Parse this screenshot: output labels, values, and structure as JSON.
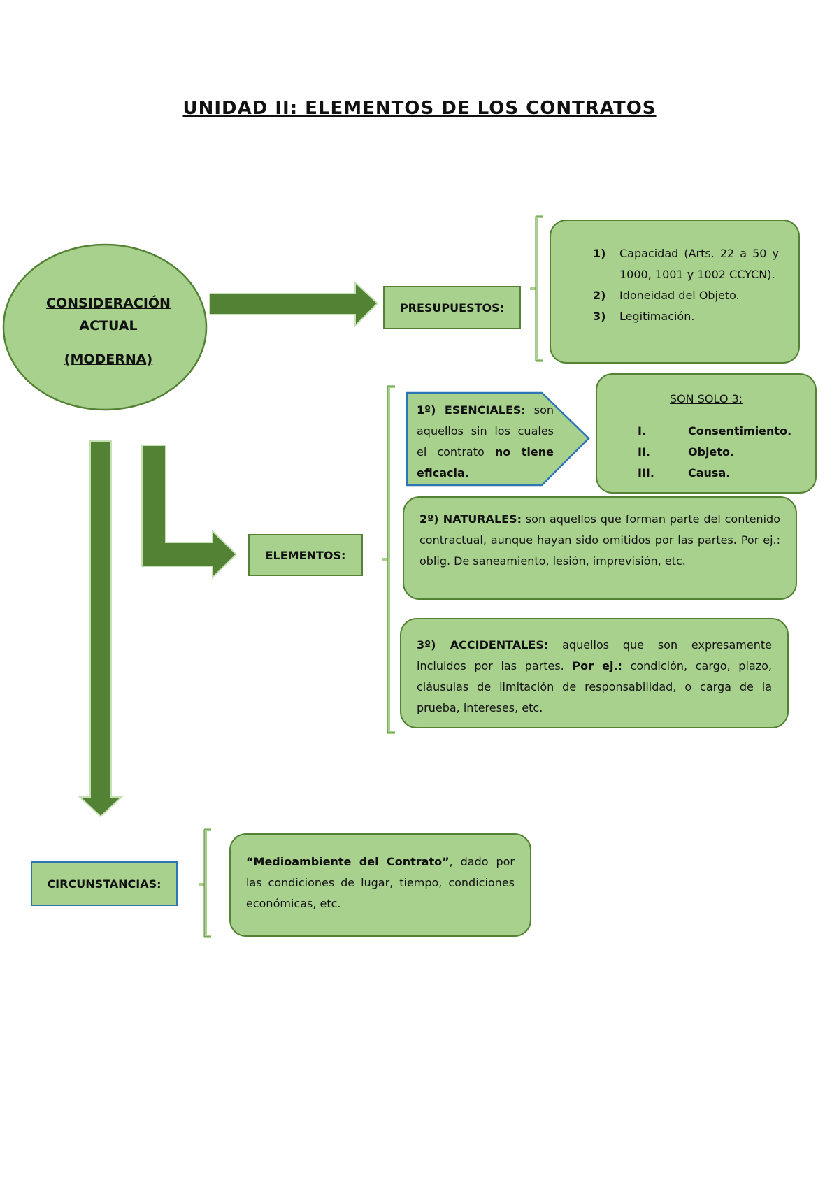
{
  "title": "UNIDAD II: ELEMENTOS DE LOS CONTRATOS",
  "central": {
    "line1": "CONSIDERACIÓN",
    "line2": "ACTUAL",
    "line3": "(MODERNA)"
  },
  "presupuestos": {
    "label": "PRESUPUESTOS:",
    "items": [
      {
        "num": "1)",
        "text": "Capacidad (Arts. 22 a 50 y 1000, 1001 y 1002 CCYCN)."
      },
      {
        "num": "2)",
        "text": "Idoneidad del Objeto."
      },
      {
        "num": "3)",
        "text": "Legitimación."
      }
    ]
  },
  "elementos": {
    "label": "ELEMENTOS:",
    "esenciales": {
      "heading": "1º) ESENCIALES:",
      "text_a": "son aquellos sin los cuales el contrato",
      "text_b": "no tiene eficacia."
    },
    "son_solo": {
      "heading": "SON SOLO 3:",
      "items": [
        {
          "num": "I.",
          "text": "Consentimiento."
        },
        {
          "num": "II.",
          "text": "Objeto."
        },
        {
          "num": "III.",
          "text": "Causa."
        }
      ]
    },
    "naturales": {
      "heading": "2º) NATURALES:",
      "text": "son aquellos que forman parte del contenido contractual, aunque hayan sido omitidos por las partes. Por ej.: oblig. De saneamiento, lesión, imprevisión, etc."
    },
    "accidentales": {
      "heading": "3º) ACCIDENTALES:",
      "text_a": "aquellos que son expresamente incluidos por las partes.",
      "emph": "Por ej.:",
      "text_b": "condición, cargo, plazo, cláusulas de limitación de responsabilidad, o carga de la prueba, intereses, etc."
    }
  },
  "circunstancias": {
    "label": "CIRCUNSTANCIAS:",
    "heading": "“Medioambiente del Contrato”",
    "text": ", dado por las condiciones de lugar, tiempo, condiciones económicas, etc."
  },
  "colors": {
    "fill": "#a9d18e",
    "border": "#548235",
    "arrow": "#548235",
    "accent_blue": "#2e75b6"
  }
}
